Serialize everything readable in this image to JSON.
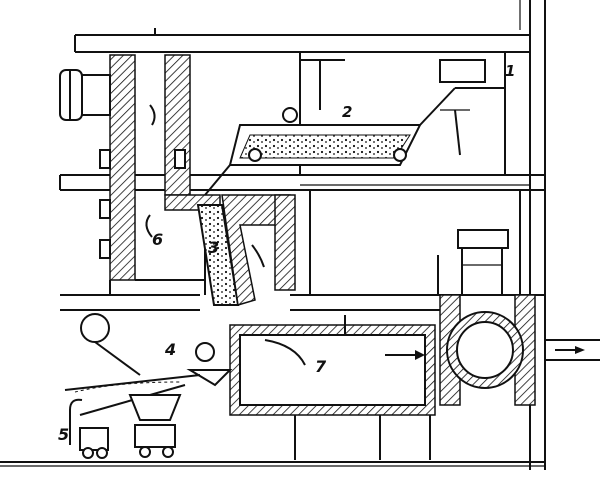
{
  "labels": {
    "n1": "1",
    "n2": "2",
    "n3": "3",
    "n4": "4",
    "n5": "5",
    "n6": "6",
    "n7": "7"
  },
  "colors": {
    "ink": "#111111",
    "paper": "#ffffff"
  }
}
